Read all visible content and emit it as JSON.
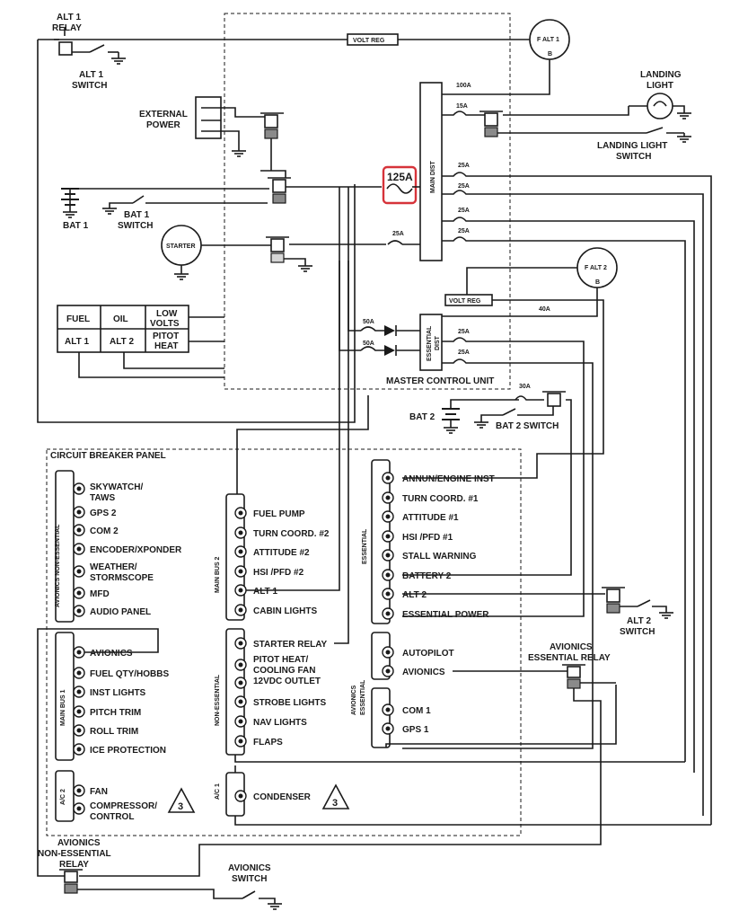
{
  "relays": {
    "alt1_relay": "ALT 1\nRELAY",
    "alt1_switch": "ALT 1\nSWITCH",
    "external_power": "EXTERNAL\nPOWER",
    "bat1": "BAT 1",
    "bat1_switch": "BAT 1\nSWITCH",
    "starter": "STARTER",
    "volt_reg_top": "VOLT REG",
    "volt_reg_mid": "VOLT REG",
    "alt1_gen": "F  ALT 1",
    "alt1_b": "B",
    "alt2_gen": "F  ALT 2",
    "alt2_b": "B",
    "landing_light": "LANDING\nLIGHT",
    "landing_light_switch": "LANDING LIGHT\nSWITCH",
    "bat2": "BAT 2",
    "bat2_switch": "BAT 2 SWITCH",
    "alt2_switch": "ALT 2\nSWITCH",
    "avionics_essential_relay": "AVIONICS\nESSENTIAL RELAY",
    "avionics_nonessential_relay": "AVIONICS\nNON-ESSENTIAL\nRELAY",
    "avionics_switch": "AVIONICS\nSWITCH"
  },
  "fuses": {
    "main_125": "125A",
    "f100": "100A",
    "f15": "15A",
    "f25_a": "25A",
    "f25_b": "25A",
    "f25_c": "25A",
    "f25_d": "25A",
    "f25_start": "25A",
    "f50a": "50A",
    "f50b": "50A",
    "f40": "40A",
    "f25_e": "25A",
    "f25_f": "25A",
    "f30": "30A"
  },
  "dist": {
    "main_dist": "MAIN DIST",
    "essential_dist": "ESSENTIAL\nDIST",
    "master_control_unit": "MASTER CONTROL UNIT"
  },
  "annunciator": {
    "cells": [
      "FUEL",
      "OIL",
      "LOW\nVOLTS",
      "ALT 1",
      "ALT 2",
      "PITOT\nHEAT"
    ]
  },
  "cb_panel": {
    "title": "CIRCUIT BREAKER PANEL",
    "groups": {
      "avionics_nonessential": "AVIONICS NON-ESSENTIAL",
      "main_bus_1": "MAIN BUS 1",
      "ac1": "A/C 2",
      "main_bus_2": "MAIN BUS 2",
      "non_essential": "NON-ESSENTIAL",
      "ac2": "A/C 1",
      "essential": "ESSENTIAL",
      "avionics_essential": "AVIONICS\nESSENTIAL"
    },
    "avionics_nonessential_items": [
      "SKYWATCH/\nTAWS",
      "GPS 2",
      "COM 2",
      "ENCODER/XPONDER",
      "WEATHER/\nSTORMSCOPE",
      "MFD",
      "AUDIO PANEL"
    ],
    "main_bus_1_items": [
      "AVIONICS",
      "FUEL QTY/HOBBS",
      "INST LIGHTS",
      "PITCH TRIM",
      "ROLL TRIM",
      "ICE PROTECTION"
    ],
    "ac_left_items": [
      "FAN",
      "COMPRESSOR/\nCONTROL"
    ],
    "main_bus_2_items": [
      "FUEL PUMP",
      "TURN COORD. #2",
      "ATTITUDE #2",
      "HSI /PFD #2",
      "ALT 1",
      "CABIN LIGHTS"
    ],
    "non_essential_items": [
      "STARTER RELAY",
      "PITOT HEAT/\nCOOLING FAN\n12VDC OUTLET",
      "STROBE LIGHTS",
      "NAV LIGHTS",
      "FLAPS"
    ],
    "ac_right_items": [
      "CONDENSER"
    ],
    "essential_items": [
      "ANNUN/ENGINE INST",
      "TURN COORD. #1",
      "ATTITUDE #1",
      "HSI /PFD #1",
      "STALL WARNING",
      "BATTERY 2",
      "ALT 2",
      "ESSENTIAL POWER"
    ],
    "avionics_essential_items": [
      "AUTOPILOT",
      "AVIONICS",
      "COM 1",
      "GPS 1"
    ],
    "note_left": "3",
    "note_right": "3"
  }
}
